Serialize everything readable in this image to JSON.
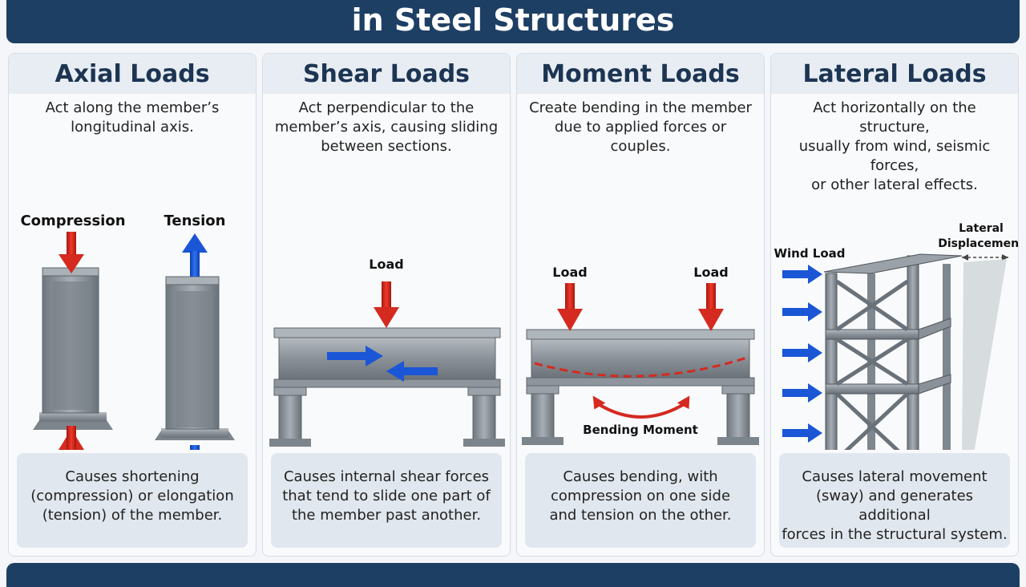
{
  "header": {
    "title": "in Steel Structures"
  },
  "colors": {
    "banner": "#1e3f64",
    "load_arrow": "#d42a1f",
    "reaction_arrow": "#1a56d6",
    "steel": "#8c949c"
  },
  "panels": [
    {
      "title": "Axial Loads",
      "desc": [
        "Act along the member’s",
        "longitudinal axis."
      ],
      "labels": {
        "compression": "Compression",
        "tension": "Tension"
      },
      "effect": [
        "Causes shortening",
        "(compression) or elongation",
        "(tension) of the member."
      ]
    },
    {
      "title": "Shear Loads",
      "desc": [
        "Act perpendicular to the",
        "member’s axis, causing sliding",
        "between sections."
      ],
      "labels": {
        "load": "Load"
      },
      "effect": [
        "Causes internal shear forces",
        "that tend to slide one part of",
        "the member past another."
      ]
    },
    {
      "title": "Moment Loads",
      "desc": [
        "Create bending in the member",
        "due to applied forces or couples."
      ],
      "labels": {
        "load_left": "Load",
        "load_right": "Load",
        "bending_moment": "Bending Moment"
      },
      "effect": [
        "Causes bending, with",
        "compression on one side",
        "and tension on the other."
      ]
    },
    {
      "title": "Lateral Loads",
      "desc": [
        "Act horizontally on the structure,",
        "usually from wind, seismic forces,",
        "or other lateral effects."
      ],
      "labels": {
        "wind_load": "Wind Load",
        "lateral_line1": "Lateral",
        "lateral_line2": "Displacement"
      },
      "effect": [
        "Causes lateral movement",
        "(sway) and generates additional",
        "forces in the structural system."
      ]
    }
  ]
}
